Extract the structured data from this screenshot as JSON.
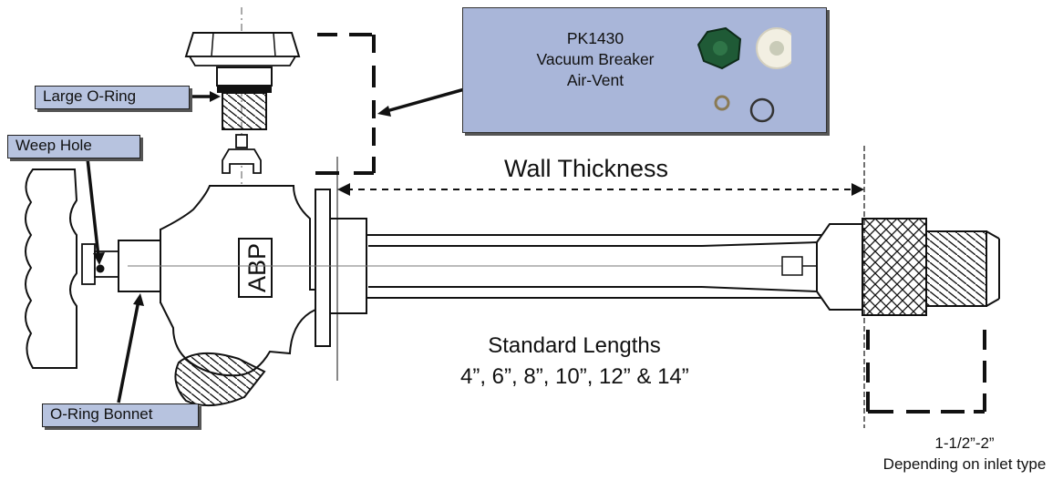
{
  "labels": {
    "large_o_ring": "Large O-Ring",
    "weep_hole": "Weep Hole",
    "o_ring_bonnet": "O-Ring Bonnet"
  },
  "kit": {
    "part_number": "PK1430",
    "line1": "Vacuum Breaker",
    "line2": "Air-Vent",
    "colors": {
      "cap": "#1f5a36",
      "washer": "#f2efe2",
      "panel": "#a9b6d9"
    }
  },
  "body_stamp": "ABP",
  "wall_thickness": "Wall Thickness",
  "standard_lengths": {
    "title": "Standard Lengths",
    "values": "4”, 6”, 8”, 10”, 12” & 14”"
  },
  "inlet": {
    "dimension": "1-1/2”-2”",
    "note": "Depending on inlet type"
  },
  "colors": {
    "label_fill": "#b7c3df",
    "line": "#111111"
  }
}
